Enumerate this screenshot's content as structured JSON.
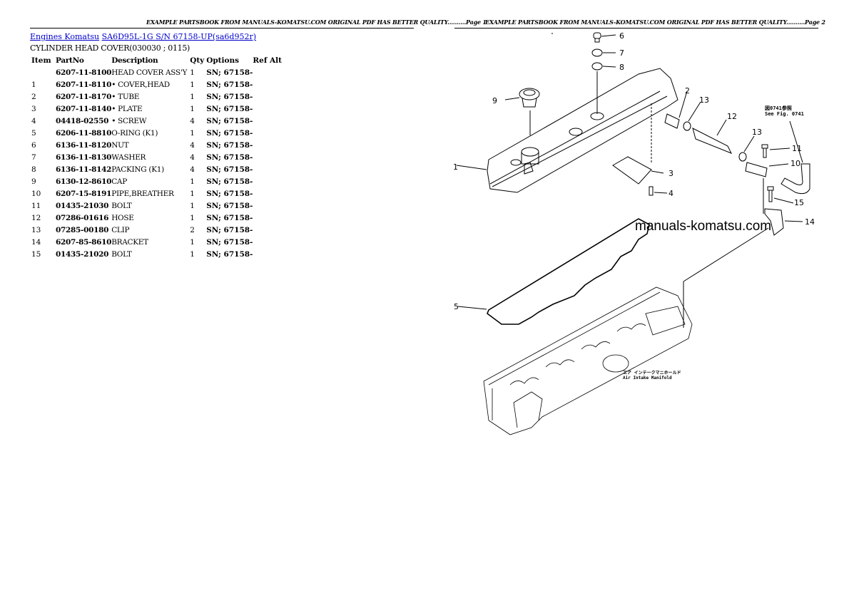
{
  "page1": {
    "header": "EXAMPLE PARTSBOOK FROM MANUALS-KOMATSU.COM ORIGINAL PDF HAS BETTER QUALITY..........Page 1",
    "breadcrumb": {
      "link1": "Engines Komatsu",
      "link2": "SA6D95L-1G S/N  67158-UP(sa6d952r)"
    },
    "section_title": "CYLINDER HEAD COVER(030030 ; 0115)",
    "table": {
      "columns": [
        "Item",
        "PartNo",
        "Description",
        "Qty",
        "Options",
        "Ref Alt"
      ],
      "rows": [
        {
          "item": "",
          "part": "6207-11-8100",
          "desc": "HEAD COVER ASS'Y",
          "qty": "1",
          "opt": "SN; 67158-",
          "ref": ""
        },
        {
          "item": "1",
          "part": "6207-11-8110",
          "desc": "• COVER,HEAD",
          "qty": "1",
          "opt": "SN; 67158-",
          "ref": ""
        },
        {
          "item": "2",
          "part": "6207-11-8170",
          "desc": "• TUBE",
          "qty": "1",
          "opt": "SN; 67158-",
          "ref": ""
        },
        {
          "item": "3",
          "part": "6207-11-8140",
          "desc": "• PLATE",
          "qty": "1",
          "opt": "SN; 67158-",
          "ref": ""
        },
        {
          "item": "4",
          "part": "04418-02550",
          "desc": "• SCREW",
          "qty": "4",
          "opt": "SN; 67158-",
          "ref": ""
        },
        {
          "item": "5",
          "part": "6206-11-8810",
          "desc": "O-RING (K1)",
          "qty": "1",
          "opt": "SN; 67158-",
          "ref": ""
        },
        {
          "item": "6",
          "part": "6136-11-8120",
          "desc": "NUT",
          "qty": "4",
          "opt": "SN; 67158-",
          "ref": ""
        },
        {
          "item": "7",
          "part": "6136-11-8130",
          "desc": "WASHER",
          "qty": "4",
          "opt": "SN; 67158-",
          "ref": ""
        },
        {
          "item": "8",
          "part": "6136-11-8142",
          "desc": "PACKING (K1)",
          "qty": "4",
          "opt": "SN; 67158-",
          "ref": ""
        },
        {
          "item": "9",
          "part": "6130-12-8610",
          "desc": "CAP",
          "qty": "1",
          "opt": "SN; 67158-",
          "ref": ""
        },
        {
          "item": "10",
          "part": "6207-15-8191",
          "desc": "PIPE,BREATHER",
          "qty": "1",
          "opt": "SN; 67158-",
          "ref": ""
        },
        {
          "item": "11",
          "part": "01435-21030",
          "desc": "BOLT",
          "qty": "1",
          "opt": "SN; 67158-",
          "ref": ""
        },
        {
          "item": "12",
          "part": "07286-01616",
          "desc": "HOSE",
          "qty": "1",
          "opt": "SN; 67158-",
          "ref": ""
        },
        {
          "item": "13",
          "part": "07285-00180",
          "desc": "CLIP",
          "qty": "2",
          "opt": "SN; 67158-",
          "ref": ""
        },
        {
          "item": "14",
          "part": "6207-85-8610",
          "desc": "BRACKET",
          "qty": "1",
          "opt": "SN; 67158-",
          "ref": ""
        },
        {
          "item": "15",
          "part": "01435-21020",
          "desc": "BOLT",
          "qty": "1",
          "opt": "SN; 67158-",
          "ref": ""
        }
      ]
    }
  },
  "page2": {
    "header": "EXAMPLE PARTSBOOK FROM MANUALS-KOMATSU.COM ORIGINAL PDF HAS BETTER QUALITY..........Page 2",
    "watermark": "manuals-komatsu.com",
    "notes": {
      "see_fig_jp": "図0741参照",
      "see_fig": "See Fig. 0741",
      "intake_jp": "エア インテークマニホールド",
      "intake": "Air Intake Manifold"
    },
    "callouts": [
      "1",
      "2",
      "3",
      "4",
      "5",
      "6",
      "7",
      "8",
      "9",
      "10",
      "11",
      "12",
      "13",
      "13",
      "14",
      "15"
    ]
  }
}
